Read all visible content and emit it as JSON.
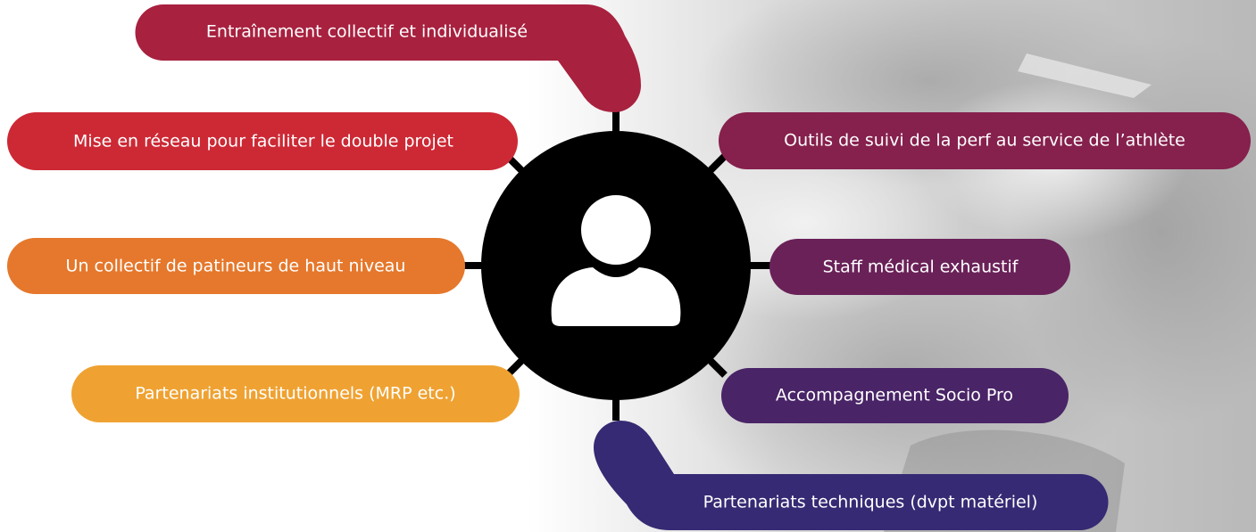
{
  "center": {
    "icon": "user-icon"
  },
  "nodes": [
    {
      "id": "entrainement",
      "label": "Entraînement collectif et individualisé",
      "color": "#a8213f"
    },
    {
      "id": "mise-en-reseau",
      "label": "Mise en réseau pour faciliter le double projet",
      "color": "#cc2935"
    },
    {
      "id": "collectif-patineurs",
      "label": "Un collectif de patineurs de haut niveau",
      "color": "#e5782c"
    },
    {
      "id": "partenariats-institutionnels",
      "label": "Partenariats institutionnels (MRP etc.)",
      "color": "#efa232"
    },
    {
      "id": "outils-suivi",
      "label": "Outils de suivi de la perf au service de l’athlète",
      "color": "#86204d"
    },
    {
      "id": "staff-medical",
      "label": "Staff médical exhaustif",
      "color": "#6a2158"
    },
    {
      "id": "accompagnement",
      "label": "Accompagnement Socio Pro",
      "color": "#492467"
    },
    {
      "id": "partenariats-techniques",
      "label": "Partenariats techniques (dvpt matériel)",
      "color": "#362a74"
    }
  ]
}
